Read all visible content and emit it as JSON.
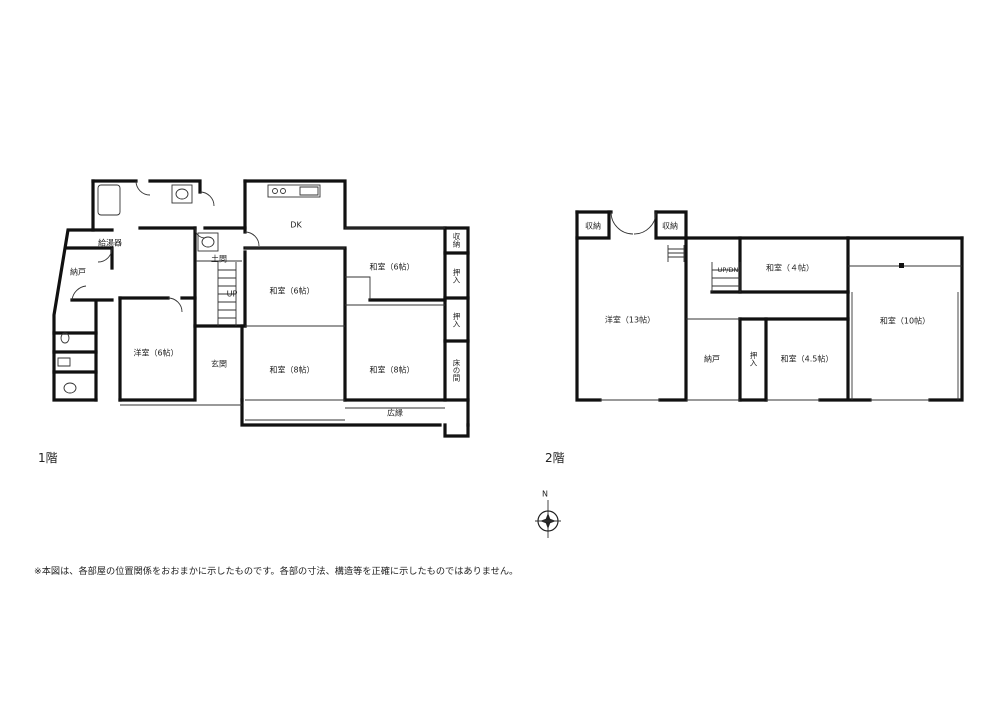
{
  "floors": {
    "first": {
      "label": "1階",
      "rooms": {
        "kyutouki": "給湯器",
        "nando": "納戸",
        "yoshitsu": "洋室（6帖）",
        "genkan": "玄関",
        "doma": "土間",
        "up": "UP",
        "dk": "DK",
        "washitsu_6a": "和室（6帖）",
        "washitsu_6b": "和室（6帖）",
        "washitsu_8a": "和室（8帖）",
        "washitsu_8b": "和室（8帖）",
        "shuno": "収納",
        "oshiire_1": "押入",
        "oshiire_2": "押入",
        "tokonoma": "床の間",
        "hiroen": "広縁"
      }
    },
    "second": {
      "label": "2階",
      "rooms": {
        "shuno_1": "収納",
        "shuno_2": "収納",
        "yoshitsu": "洋室（13帖）",
        "updn": "UP/DN",
        "washitsu_4": "和室（４帖）",
        "washitsu_10": "和室（10帖）",
        "nando": "納戸",
        "oshiire": "押入",
        "washitsu_45": "和室（4.5帖）"
      }
    }
  },
  "compass": {
    "north": "N"
  },
  "note": "※本図は、各部屋の位置関係をおおまかに示したものです。各部の寸法、構造等を正確に示したものではありません。"
}
